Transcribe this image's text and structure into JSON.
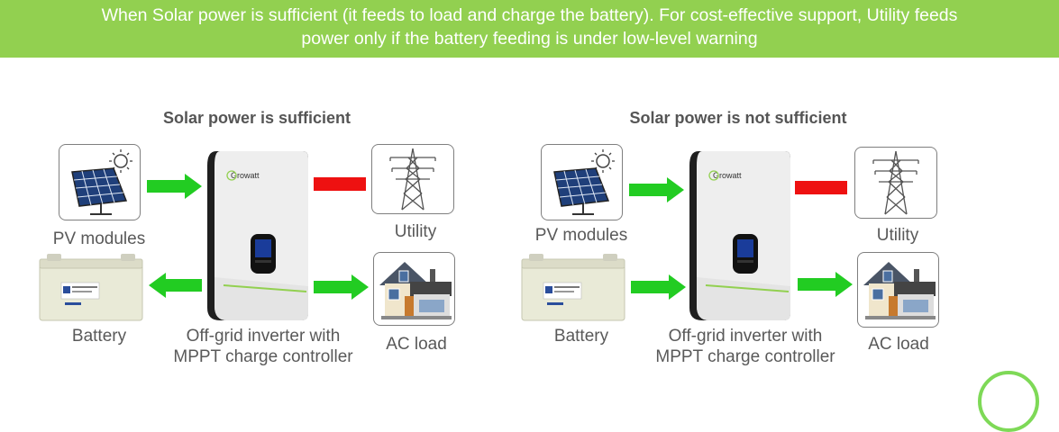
{
  "banner": {
    "line1": "When Solar power is sufficient  (it feeds to load and charge the battery). For cost-effective support, Utility feeds",
    "line2": "power only if the battery feeding is under low-level warning"
  },
  "panels": [
    {
      "title": "Solar power is sufficient",
      "pv_label": "PV modules",
      "utility_label": "Utility",
      "battery_label": "Battery",
      "inverter_label_1": "Off-grid inverter with",
      "inverter_label_2": "MPPT charge controller",
      "acload_label": "AC load",
      "brand": "Growatt",
      "flows": {
        "pv_to_inverter": "green",
        "utility_to_inverter": "red",
        "inverter_to_battery": "green",
        "inverter_to_load": "green"
      }
    },
    {
      "title": "Solar power is not sufficient",
      "pv_label": "PV modules",
      "utility_label": "Utility",
      "battery_label": "Battery",
      "inverter_label_1": "Off-grid inverter with",
      "inverter_label_2": "MPPT charge controller",
      "acload_label": "AC load",
      "brand": "Growatt",
      "flows": {
        "pv_to_inverter": "green",
        "utility_to_inverter": "red",
        "battery_to_inverter": "green",
        "inverter_to_load": "green"
      }
    }
  ],
  "colors": {
    "banner": "#92d050",
    "flow_green": "#22cc22",
    "flow_red": "#ee1111",
    "text": "#595959"
  },
  "icons": [
    "solar-panel-icon",
    "transmission-tower-icon",
    "house-icon",
    "battery-icon",
    "inverter-icon"
  ]
}
